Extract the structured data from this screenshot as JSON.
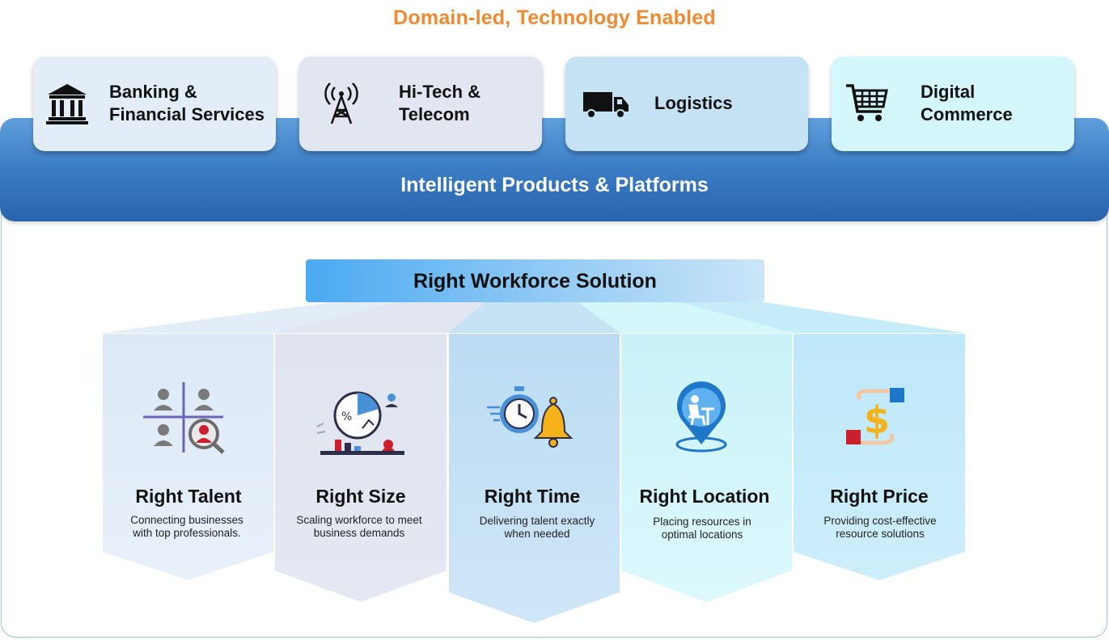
{
  "headline": "Domain-led, Technology Enabled",
  "domains": [
    {
      "label_line1": "Banking &",
      "label_line2": "Financial Services",
      "icon": "bank-icon"
    },
    {
      "label_line1": "Hi-Tech &",
      "label_line2": "Telecom",
      "icon": "tower-icon"
    },
    {
      "label_line1": "Logistics",
      "label_line2": "",
      "icon": "truck-icon"
    },
    {
      "label_line1": "Digital",
      "label_line2": "Commerce",
      "icon": "cart-icon"
    }
  ],
  "platform_title": "Intelligent Products & Platforms",
  "workforce_title": "Right Workforce Solution",
  "pillars": [
    {
      "title": "Right Talent",
      "desc_line1": "Connecting businesses",
      "desc_line2": "with top professionals.",
      "icon": "talent-search-icon"
    },
    {
      "title": "Right Size",
      "desc_line1": "Scaling workforce to meet",
      "desc_line2": "business demands",
      "icon": "analytics-chart-icon"
    },
    {
      "title": "Right Time",
      "desc_line1": "Delivering talent exactly",
      "desc_line2": "when needed",
      "icon": "stopwatch-bell-icon"
    },
    {
      "title": "Right Location",
      "desc_line1": "Placing resources in",
      "desc_line2": "optimal locations",
      "icon": "location-pin-icon"
    },
    {
      "title": "Right Price",
      "desc_line1": "Providing cost-effective",
      "desc_line2": "resource solutions",
      "icon": "dollar-hands-icon"
    }
  ],
  "colors": {
    "headline": "#ef8a33",
    "band": "#3a7cc4",
    "pillar_fills": [
      "#e3edf8",
      "#e1e6f1",
      "#c6e3f6",
      "#d3f7fb",
      "#c6ecfa"
    ]
  }
}
